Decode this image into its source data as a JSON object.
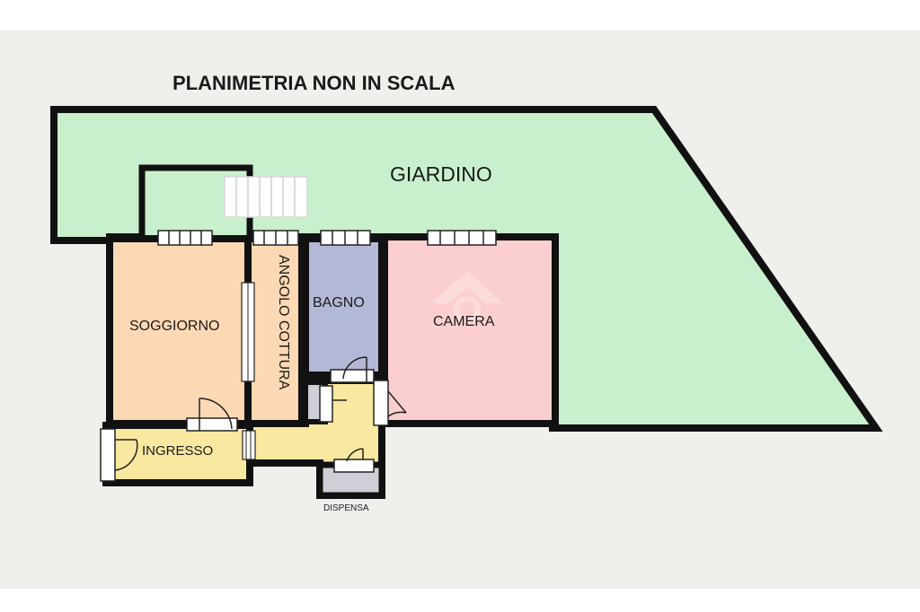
{
  "title": "PLANIMETRIA NON IN SCALA",
  "rooms": {
    "giardino": "GIARDINO",
    "soggiorno": "SOGGIORNO",
    "angolo_cottura": "ANGOLO COTTURA",
    "bagno": "BAGNO",
    "camera": "CAMERA",
    "ingresso": "INGRESSO",
    "dispensa": "DISPENSA"
  },
  "colors": {
    "background": "#efefec",
    "wall": "#111111",
    "giardino": "#c9f0cc",
    "soggiorno": "#fcd9b4",
    "angolo_cottura": "#fcd9b4",
    "bagno": "#b3b8d6",
    "camera": "#fbcfcf",
    "ingresso": "#f8e8a0",
    "dispensa": "#cfcfd8",
    "stairs": "#ffffff"
  }
}
